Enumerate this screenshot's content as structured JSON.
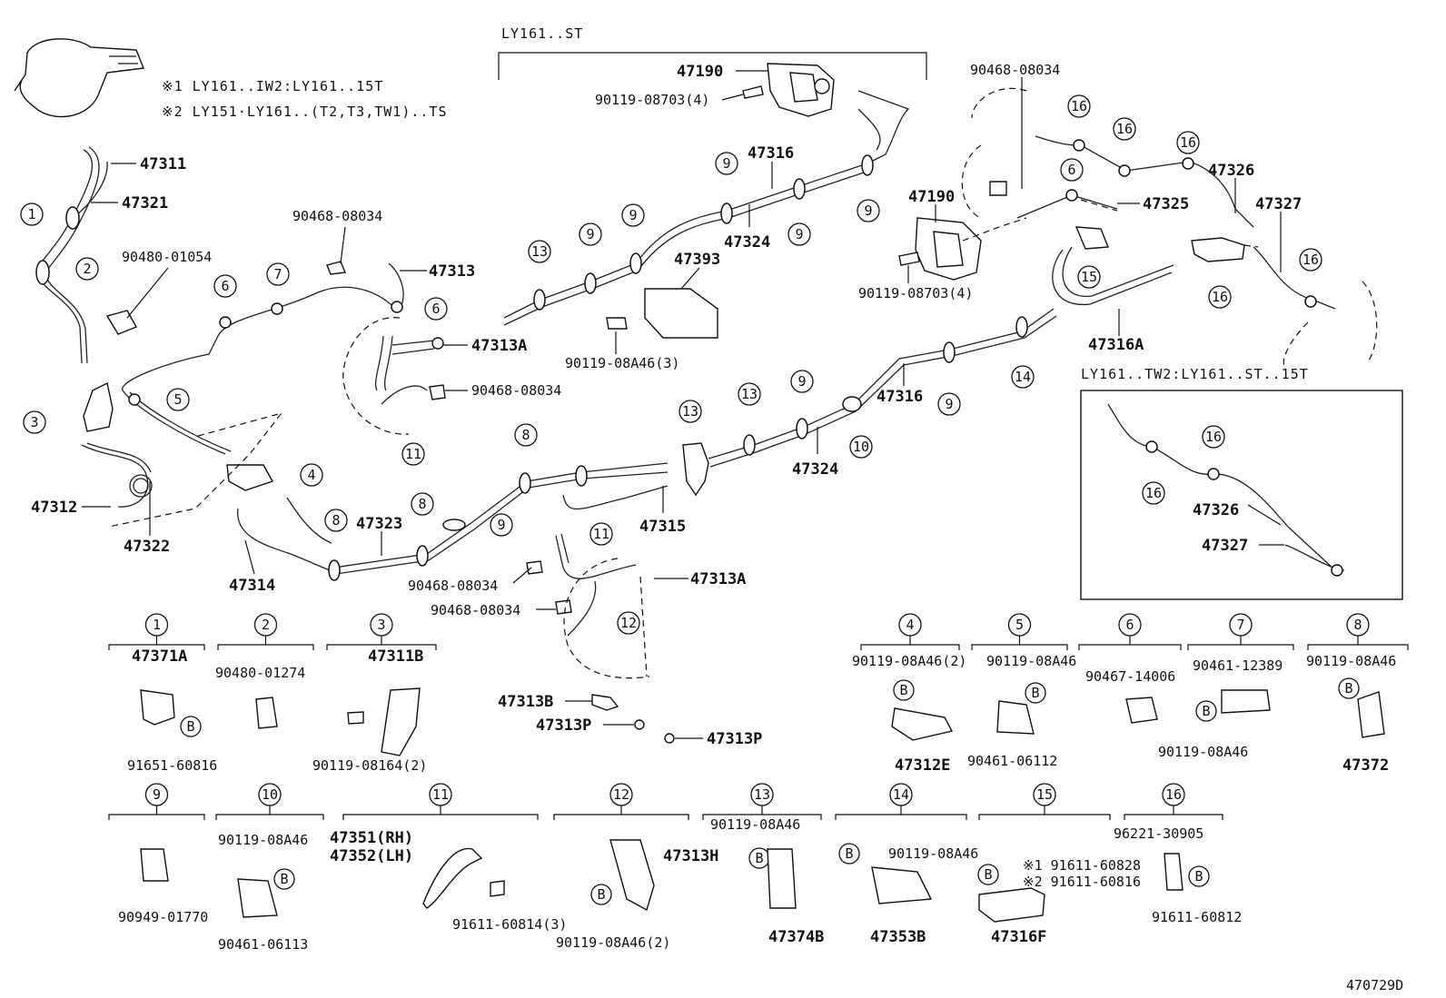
{
  "notes": {
    "variant_st": "LY161..ST",
    "note1": "※1 LY161..IW2:LY161..15T",
    "note2": "※2 LY151·LY161..(T2,T3,TW1)..TS",
    "inset_title": "LY161..TW2:LY161..ST..15T",
    "drawing_no": "470729D"
  },
  "callouts": [
    {
      "id": "pn-47190-a",
      "text": "47190",
      "bold": true
    },
    {
      "id": "pn-90119-08703-a",
      "text": "90119-08703(4)",
      "bold": false
    },
    {
      "id": "pn-47311",
      "text": "47311",
      "bold": true
    },
    {
      "id": "pn-47321",
      "text": "47321",
      "bold": true
    },
    {
      "id": "pn-90480-01054",
      "text": "90480-01054",
      "bold": false
    },
    {
      "id": "pn-90468-08034-a",
      "text": "90468-08034",
      "bold": false
    },
    {
      "id": "pn-47313",
      "text": "47313",
      "bold": true
    },
    {
      "id": "pn-47313a-a",
      "text": "47313A",
      "bold": true
    },
    {
      "id": "pn-90468-08034-b",
      "text": "90468-08034",
      "bold": false
    },
    {
      "id": "pn-47316-a",
      "text": "47316",
      "bold": true
    },
    {
      "id": "pn-47324-a",
      "text": "47324",
      "bold": true
    },
    {
      "id": "pn-47393",
      "text": "47393",
      "bold": true
    },
    {
      "id": "pn-90119-08a46-a",
      "text": "90119-08A46(3)",
      "bold": false
    },
    {
      "id": "pn-90468-08034-c",
      "text": "90468-08034",
      "bold": false
    },
    {
      "id": "pn-47190-b",
      "text": "47190",
      "bold": true
    },
    {
      "id": "pn-90119-08703-b",
      "text": "90119-08703(4)",
      "bold": false
    },
    {
      "id": "pn-47325",
      "text": "47325",
      "bold": true
    },
    {
      "id": "pn-47326-a",
      "text": "47326",
      "bold": true
    },
    {
      "id": "pn-47327-a",
      "text": "47327",
      "bold": true
    },
    {
      "id": "pn-47316a",
      "text": "47316A",
      "bold": true
    },
    {
      "id": "pn-47316-b",
      "text": "47316",
      "bold": true
    },
    {
      "id": "pn-47324-b",
      "text": "47324",
      "bold": true
    },
    {
      "id": "pn-47312",
      "text": "47312",
      "bold": true
    },
    {
      "id": "pn-47322",
      "text": "47322",
      "bold": true
    },
    {
      "id": "pn-47323",
      "text": "47323",
      "bold": true
    },
    {
      "id": "pn-47314",
      "text": "47314",
      "bold": true
    },
    {
      "id": "pn-47315",
      "text": "47315",
      "bold": true
    },
    {
      "id": "pn-90468-08034-d",
      "text": "90468-08034",
      "bold": false
    },
    {
      "id": "pn-90468-08034-e",
      "text": "90468-08034",
      "bold": false
    },
    {
      "id": "pn-47313a-b",
      "text": "47313A",
      "bold": true
    },
    {
      "id": "pn-47313b",
      "text": "47313B",
      "bold": true
    },
    {
      "id": "pn-47313p-a",
      "text": "47313P",
      "bold": true
    },
    {
      "id": "pn-47313p-b",
      "text": "47313P",
      "bold": true
    },
    {
      "id": "pn-47326-b",
      "text": "47326",
      "bold": true
    },
    {
      "id": "pn-47327-b",
      "text": "47327",
      "bold": true
    }
  ],
  "ref_markers": [
    "1",
    "2",
    "3",
    "4",
    "5",
    "6",
    "6",
    "7",
    "8",
    "8",
    "8",
    "9",
    "9",
    "9",
    "9",
    "9",
    "9",
    "9",
    "9",
    "10",
    "11",
    "11",
    "12",
    "13",
    "13",
    "13",
    "14",
    "15",
    "16",
    "16",
    "16",
    "16",
    "6",
    "16",
    "16",
    "16"
  ],
  "detail_groups": [
    {
      "ref": "1",
      "parts": [
        "47371A",
        "91651-60816"
      ]
    },
    {
      "ref": "2",
      "parts": [
        "90480-01274"
      ]
    },
    {
      "ref": "3",
      "parts": [
        "47311B",
        "90119-08164(2)"
      ]
    },
    {
      "ref": "4",
      "parts": [
        "90119-08A46(2)",
        "47312E"
      ]
    },
    {
      "ref": "5",
      "parts": [
        "90119-08A46",
        "90461-06112"
      ]
    },
    {
      "ref": "6",
      "parts": [
        "90467-14006"
      ]
    },
    {
      "ref": "7",
      "parts": [
        "90461-12389",
        "90119-08A46"
      ]
    },
    {
      "ref": "8",
      "parts": [
        "90119-08A46",
        "47372"
      ]
    },
    {
      "ref": "9",
      "parts": [
        "90949-01770"
      ]
    },
    {
      "ref": "10",
      "parts": [
        "90119-08A46",
        "90461-06113"
      ]
    },
    {
      "ref": "11",
      "parts": [
        "47351(RH)",
        "47352(LH)",
        "91611-60814(3)"
      ]
    },
    {
      "ref": "12",
      "parts": [
        "47313H",
        "90119-08A46(2)"
      ]
    },
    {
      "ref": "13",
      "parts": [
        "90119-08A46",
        "47374B"
      ]
    },
    {
      "ref": "14",
      "parts": [
        "90119-08A46",
        "47353B"
      ]
    },
    {
      "ref": "15",
      "parts": [
        "※1 91611-60828",
        "※2 91611-60816",
        "47316F"
      ]
    },
    {
      "ref": "16",
      "parts": [
        "96221-30905",
        "91611-60812"
      ]
    }
  ],
  "b_marker": "B"
}
